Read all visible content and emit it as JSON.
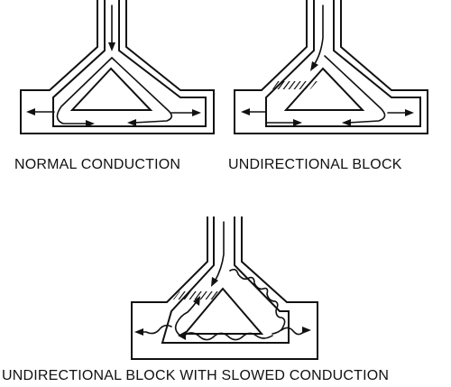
{
  "panels": [
    {
      "id": "normal",
      "caption": "NORMAL CONDUCTION"
    },
    {
      "id": "block",
      "caption": "UNDIRECTIONAL BLOCK"
    },
    {
      "id": "block-slowed",
      "caption": "UNDIRECTIONAL BLOCK WITH SLOWED CONDUCTION"
    }
  ]
}
